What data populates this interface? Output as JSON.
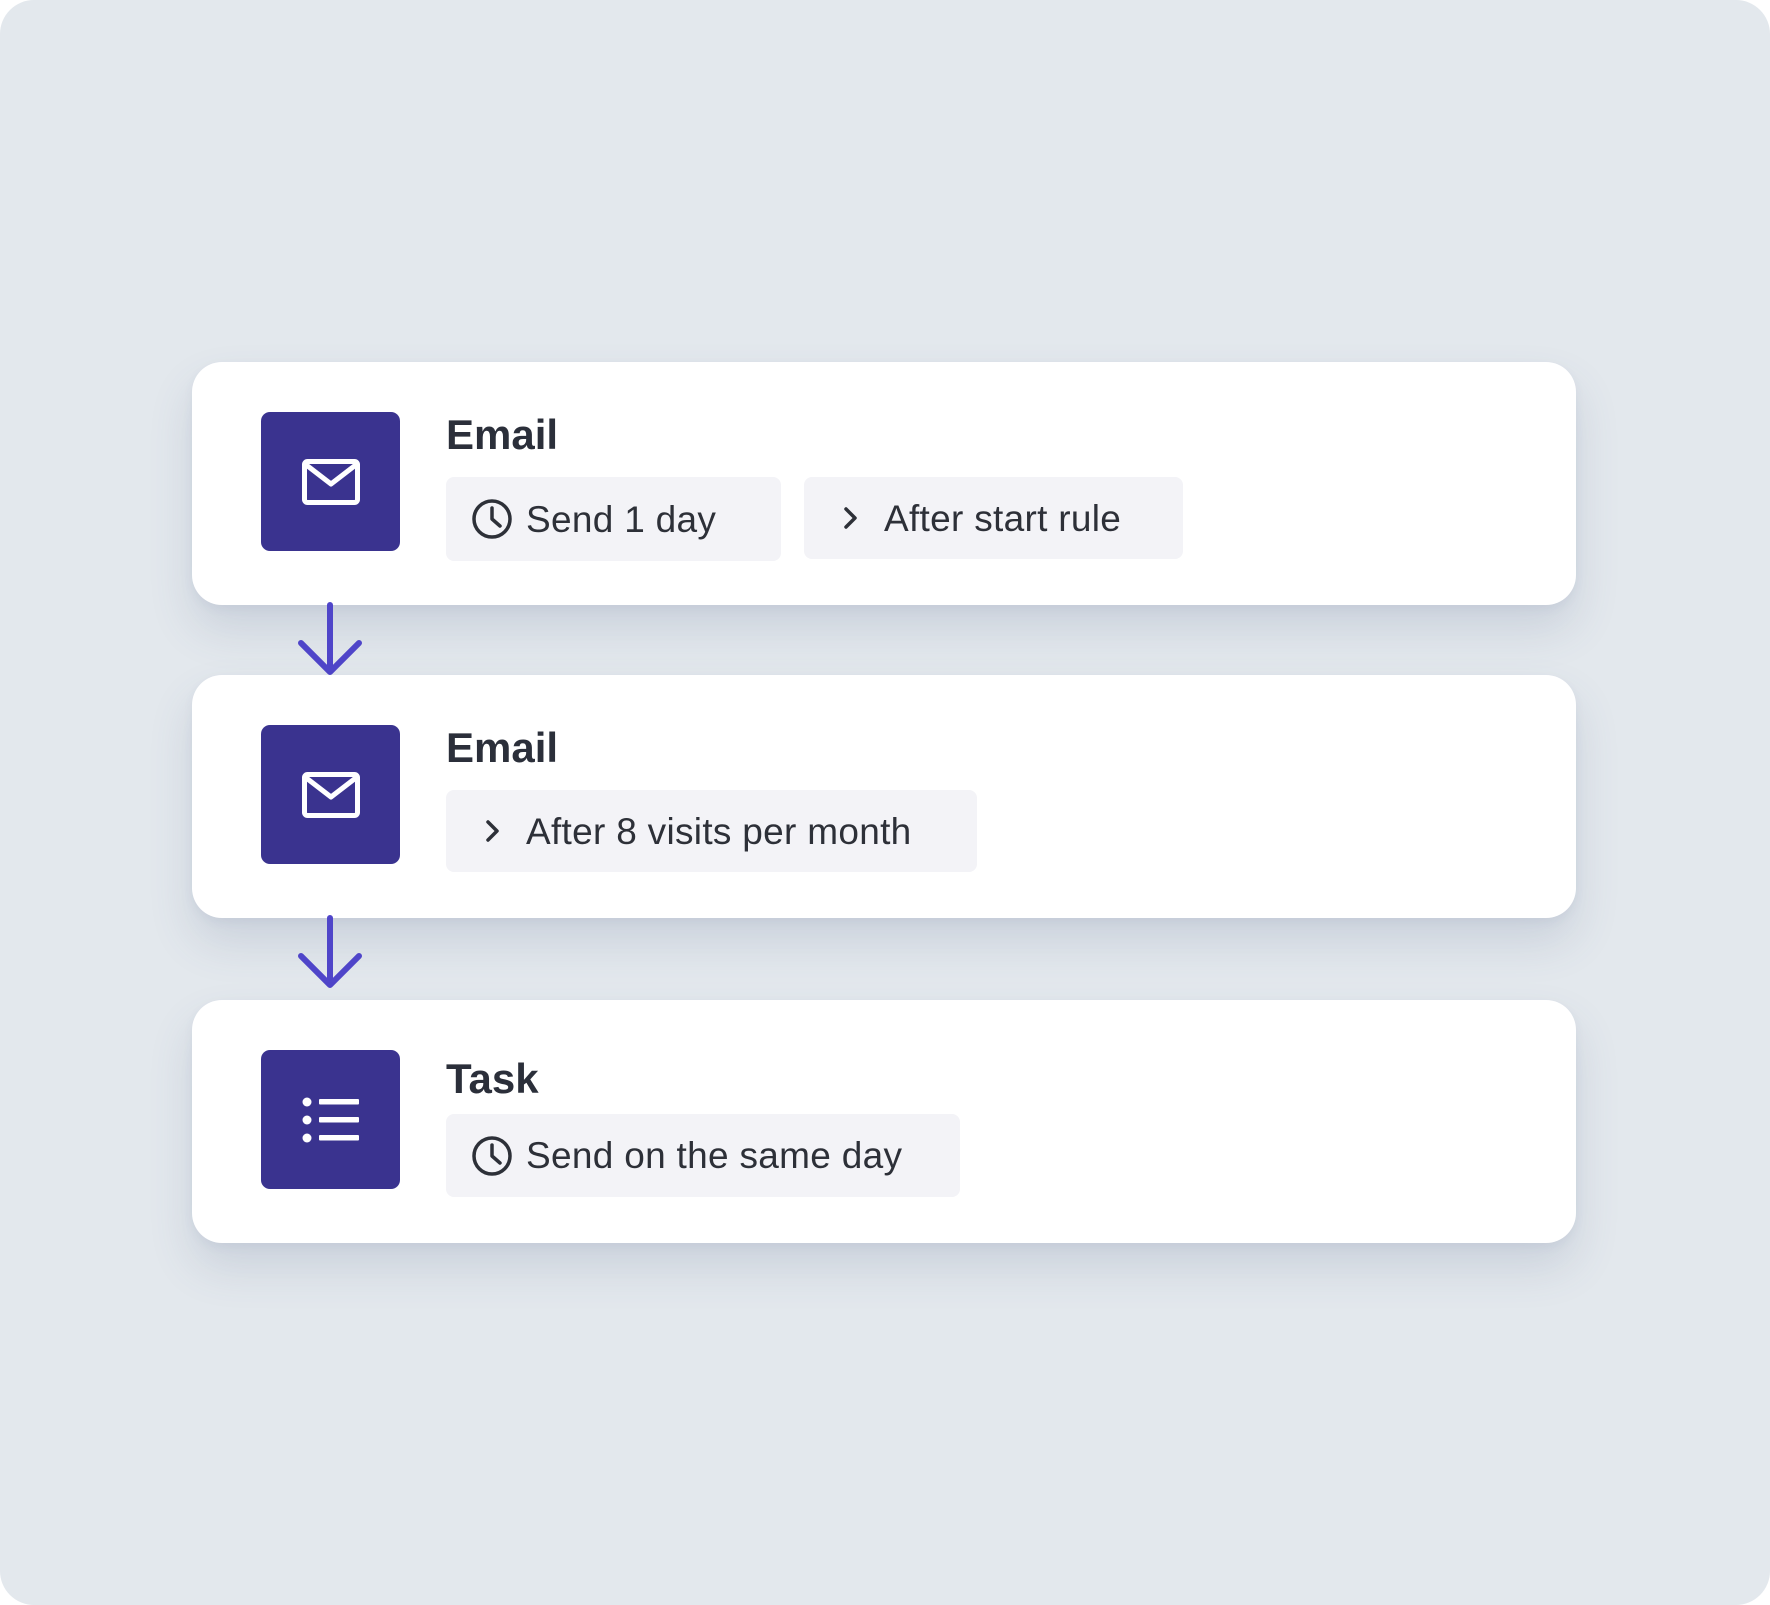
{
  "colors": {
    "background": "#e3e8ed",
    "card": "#ffffff",
    "icon_tile": "#3a338f",
    "connector_arrow": "#4f45c9",
    "chip": "#f3f3f7",
    "text": "#2b2f3a"
  },
  "steps": [
    {
      "icon": "mail-icon",
      "title": "Email",
      "chips": [
        {
          "icon": "clock-icon",
          "text": "Send 1 day"
        },
        {
          "icon": "chevron-right-icon",
          "text": "After start rule"
        }
      ]
    },
    {
      "icon": "mail-icon",
      "title": "Email",
      "chips": [
        {
          "icon": "chevron-right-icon",
          "text": "After 8 visits per month"
        }
      ]
    },
    {
      "icon": "task-list-icon",
      "title": "Task",
      "chips": [
        {
          "icon": "clock-icon",
          "text": "Send on the same day"
        }
      ]
    }
  ],
  "connectors": [
    {
      "icon": "arrow-down-icon"
    },
    {
      "icon": "arrow-down-icon"
    }
  ]
}
